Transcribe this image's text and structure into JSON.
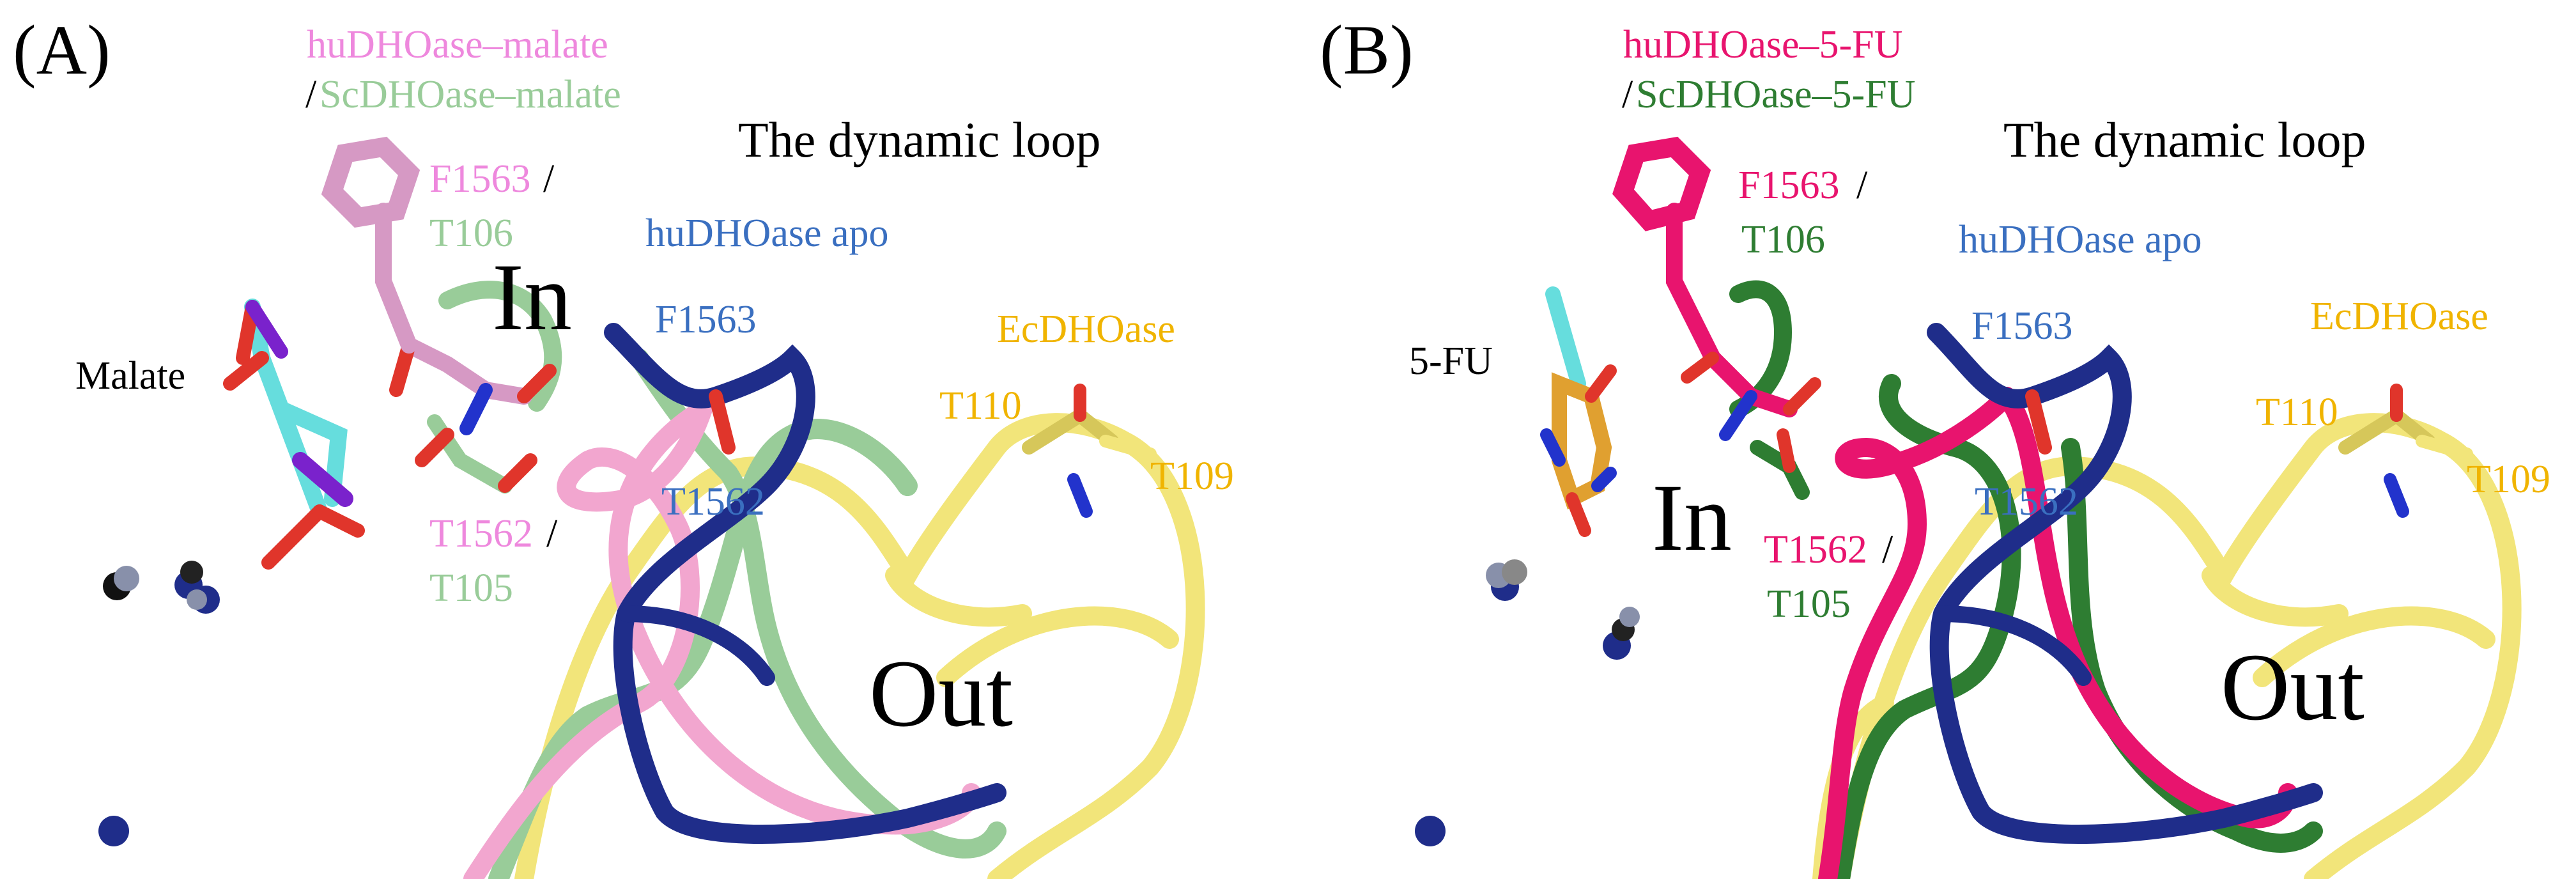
{
  "panels": [
    {
      "id": "A",
      "panel_label": "(A)",
      "legend_line1": "huDHOase–malate",
      "legend_line2_slash": "/",
      "legend_line2": "ScDHOase–malate",
      "dynamic_loop": "The dynamic loop",
      "apo_label": "huDHOase apo",
      "ligand_label": "Malate",
      "res1_hu": "F1563",
      "res1_slash": "/",
      "res1_sc": "T106",
      "in_label": "In",
      "out_label": "Out",
      "apo_res1": "F1563",
      "apo_res2": "T1562",
      "res2_hu": "T1562",
      "res2_slash": "/",
      "res2_sc": "T105",
      "ec_label": "EcDHOase",
      "ec_res1": "T110",
      "ec_res2": "T109"
    },
    {
      "id": "B",
      "panel_label": "(B)",
      "legend_line1": "huDHOase–5-FU",
      "legend_line2_slash": "/",
      "legend_line2": "ScDHOase–5-FU",
      "dynamic_loop": "The dynamic loop",
      "apo_label": "huDHOase apo",
      "ligand_label": "5-FU",
      "res1_hu": "F1563",
      "res1_slash": "/",
      "res1_sc": "T106",
      "in_label": "In",
      "out_label": "Out",
      "apo_res1": "F1563",
      "apo_res2": "T1562",
      "res2_hu": "T1562",
      "res2_slash": "/",
      "res2_sc": "T105",
      "ec_label": "EcDHOase",
      "ec_res1": "T110",
      "ec_res2": "T109"
    }
  ],
  "colors": {
    "hu_malate": "#EE88DD",
    "sc_malate": "#99CC99",
    "hu_5fu": "#E8146E",
    "sc_5fu": "#2E7D32",
    "apo": "#1F2D8A",
    "apo_text": "#3A6FC0",
    "ec": "#F2E57A",
    "ec_text": "#F0B400",
    "oxygen": "#E0352B",
    "nitrogen": "#2233CC",
    "black": "#000000"
  }
}
